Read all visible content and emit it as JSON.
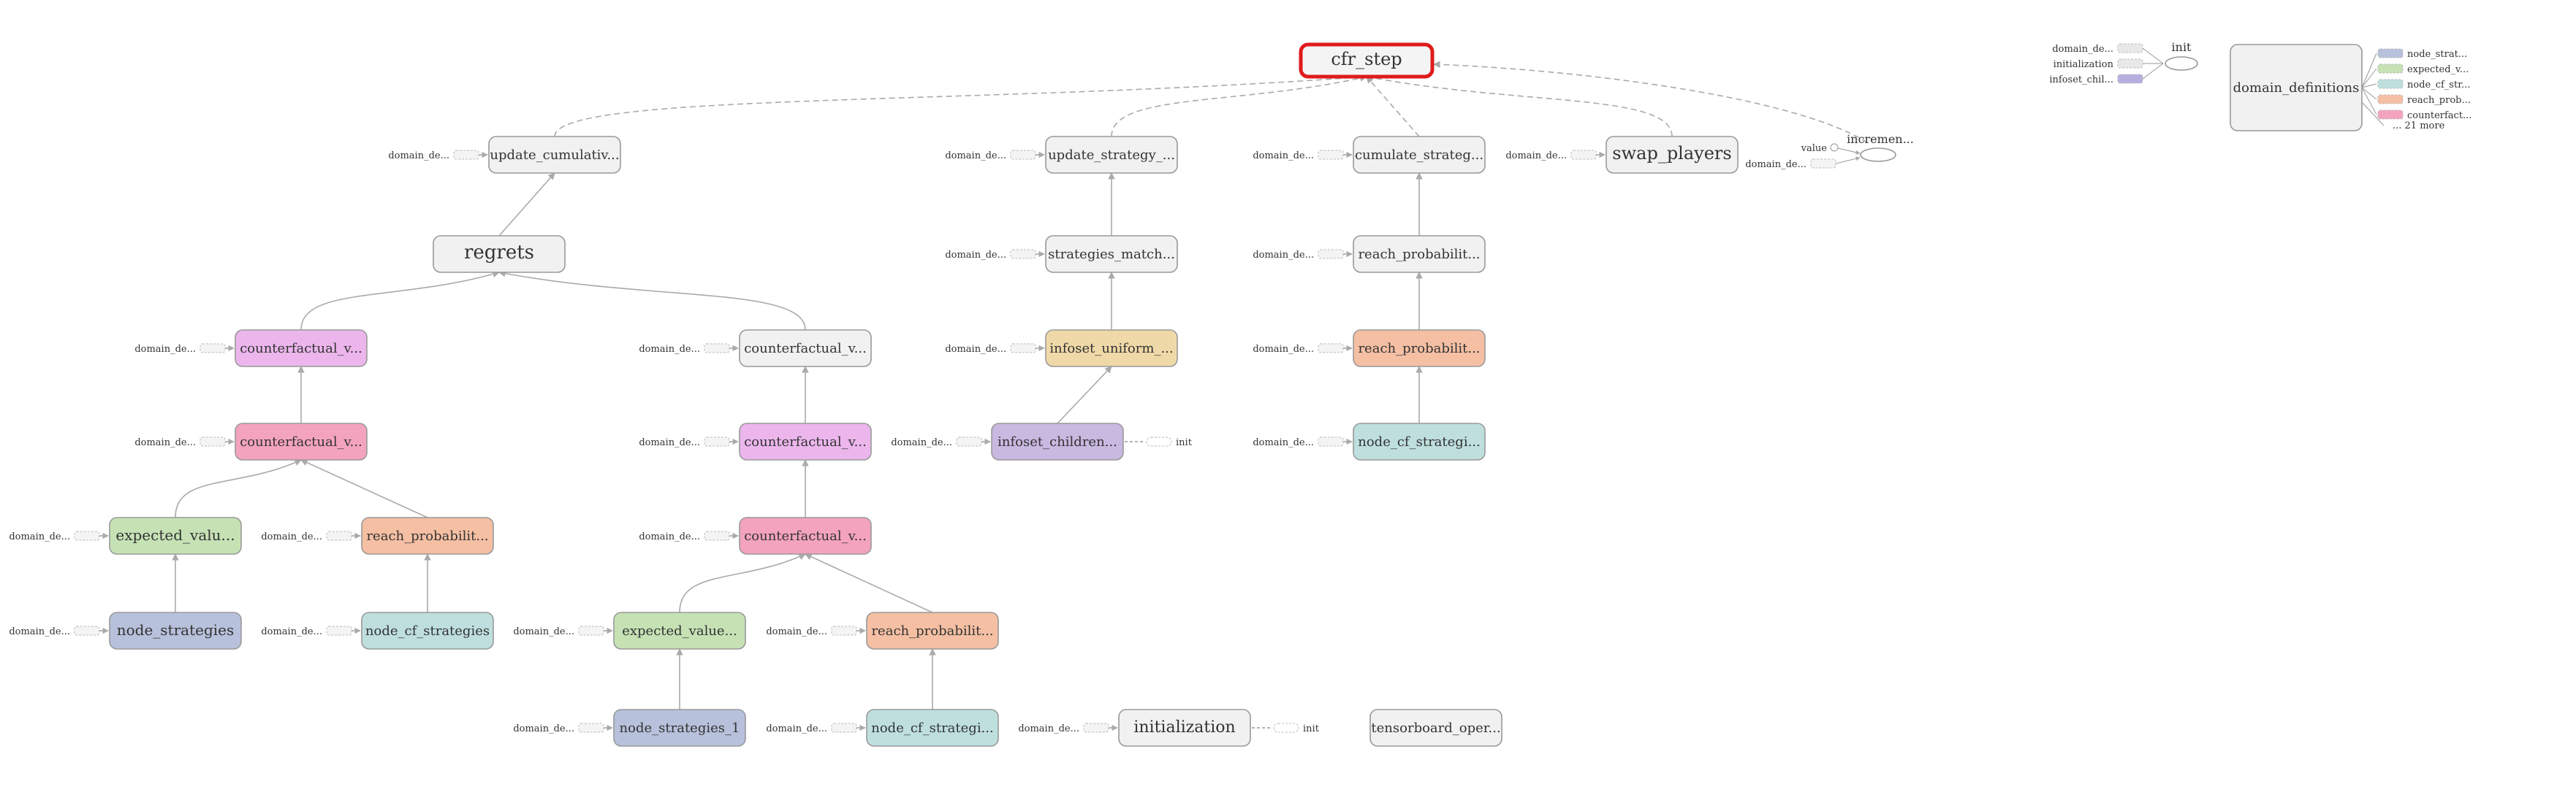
{
  "stubs": {
    "domain_de": "domain_de...",
    "init": "init",
    "value": "value"
  },
  "nodes": [
    {
      "id": "cfr_step",
      "label": "cfr_step",
      "color": "#f4f4f4",
      "selected": true
    },
    {
      "id": "update_cumulative",
      "label": "update_cumulativ...",
      "color": "#f1f1f1"
    },
    {
      "id": "regrets",
      "label": "regrets",
      "color": "#f1f1f1"
    },
    {
      "id": "cf_v_a1",
      "label": "counterfactual_v...",
      "color": "#ecb6ec"
    },
    {
      "id": "cf_v_a2",
      "label": "counterfactual_v...",
      "color": "#f4a3bf"
    },
    {
      "id": "expected_value_a",
      "label": "expected_valu...",
      "color": "#c6e2b5"
    },
    {
      "id": "reach_prob_a",
      "label": "reach_probabilit...",
      "color": "#f5bfa3"
    },
    {
      "id": "node_strategies",
      "label": "node_strategies",
      "color": "#b8c1db"
    },
    {
      "id": "node_cf_strategies",
      "label": "node_cf_strategies",
      "color": "#bfdfdf"
    },
    {
      "id": "cf_v_b0",
      "label": "counterfactual_v...",
      "color": "#f1f1f1"
    },
    {
      "id": "cf_v_b1",
      "label": "counterfactual_v...",
      "color": "#ecb6ec"
    },
    {
      "id": "cf_v_b2",
      "label": "counterfactual_v...",
      "color": "#f4a3bf"
    },
    {
      "id": "expected_value_b",
      "label": "expected_value...",
      "color": "#c6e2b5"
    },
    {
      "id": "reach_prob_b",
      "label": "reach_probabilit...",
      "color": "#f5bfa3"
    },
    {
      "id": "node_strategies_1",
      "label": "node_strategies_1",
      "color": "#b8c1db"
    },
    {
      "id": "node_cf_strategi_b",
      "label": "node_cf_strategi...",
      "color": "#bfdfdf"
    },
    {
      "id": "initialization",
      "label": "initialization",
      "color": "#f1f1f1"
    },
    {
      "id": "tensorboard_oper",
      "label": "tensorboard_oper...",
      "color": "#f1f1f1"
    },
    {
      "id": "update_strategy",
      "label": "update_strategy_...",
      "color": "#f1f1f1"
    },
    {
      "id": "strategies_match",
      "label": "strategies_match...",
      "color": "#f1f1f1"
    },
    {
      "id": "infoset_uniform",
      "label": "infoset_uniform_...",
      "color": "#f0d9a8"
    },
    {
      "id": "infoset_children",
      "label": "infoset_children...",
      "color": "#c9b8e0"
    },
    {
      "id": "cumulate_strateg",
      "label": "cumulate_strateg...",
      "color": "#f1f1f1"
    },
    {
      "id": "reach_prob_c1",
      "label": "reach_probabilit...",
      "color": "#f1f1f1"
    },
    {
      "id": "reach_prob_c2",
      "label": "reach_probabilit...",
      "color": "#f5bfa3"
    },
    {
      "id": "node_cf_strategi_c",
      "label": "node_cf_strategi...",
      "color": "#bfdfdf"
    },
    {
      "id": "swap_players",
      "label": "swap_players",
      "color": "#f1f1f1"
    },
    {
      "id": "domain_definitions",
      "label": "domain_definitions",
      "color": "#f1f1f1"
    },
    {
      "id": "incremen",
      "label": "incremen..."
    },
    {
      "id": "init_top",
      "label": "init"
    }
  ],
  "legend_left": [
    "domain_de...",
    "initialization",
    "infoset_chil..."
  ],
  "legend_left_colors": [
    "#e8e8e8",
    "#e8e8e8",
    "#b7aee0"
  ],
  "domain_outputs": [
    {
      "label": "node_strat...",
      "color": "#b8c1db"
    },
    {
      "label": "expected_v...",
      "color": "#c6e2b5"
    },
    {
      "label": "node_cf_str...",
      "color": "#bfdfdf"
    },
    {
      "label": "reach_prob...",
      "color": "#f5bfa3"
    },
    {
      "label": "counterfact...",
      "color": "#f4a3bf"
    }
  ],
  "more_label": "... 21 more",
  "accent": "#e01b1b"
}
